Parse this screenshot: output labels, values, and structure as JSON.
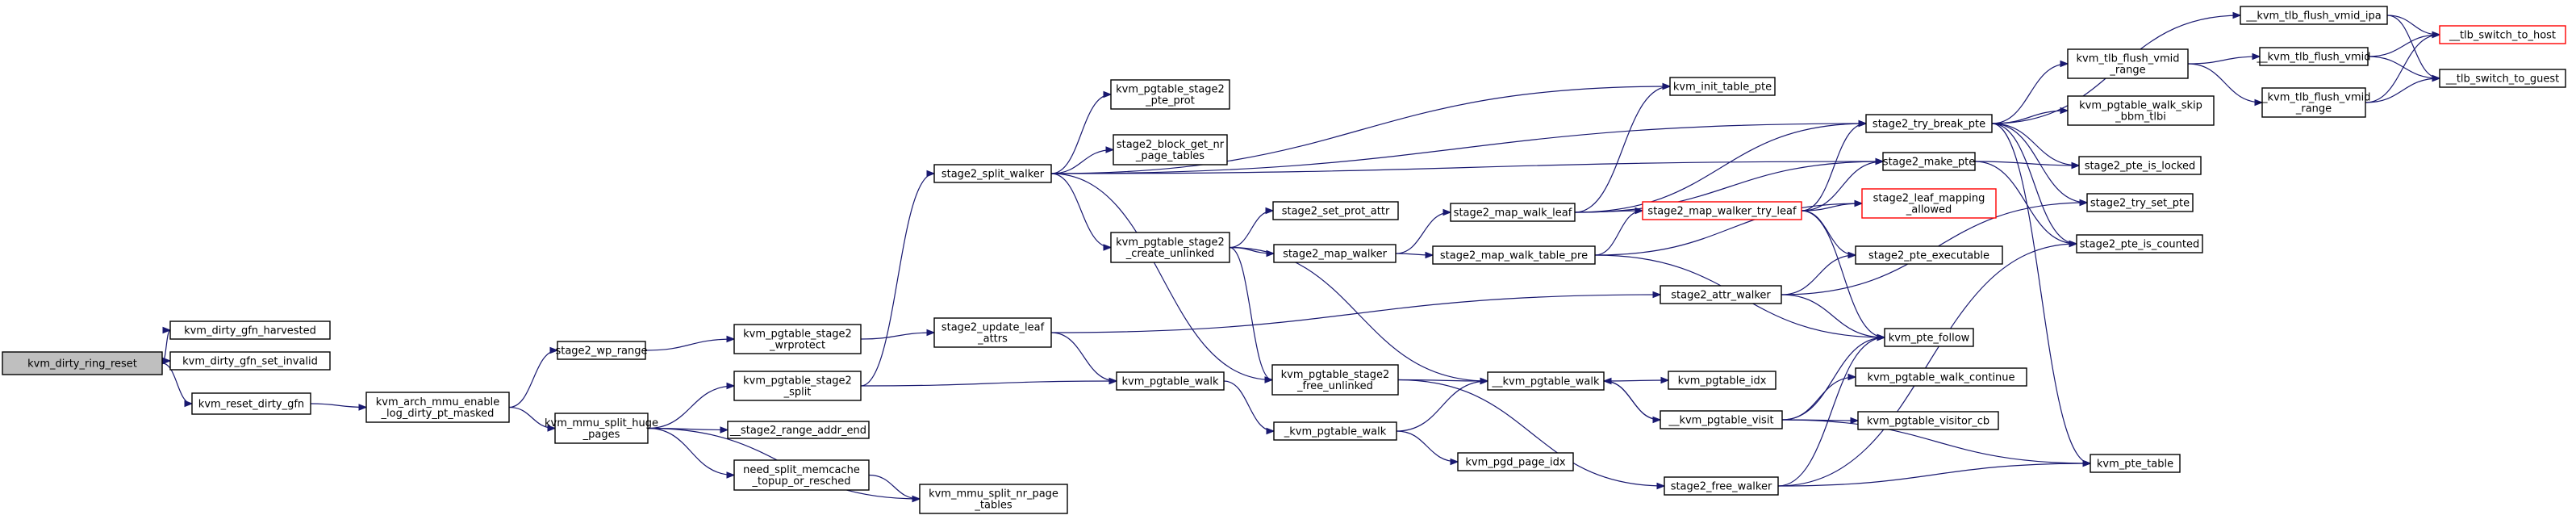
{
  "diagram": {
    "type": "call-graph",
    "colors": {
      "edge": "#191970",
      "root_fill": "#bfbfbf",
      "node_fill": "#ffffff",
      "truncated_border": "#ff0000"
    },
    "nodes": [
      {
        "id": "root",
        "lines": [
          "kvm_dirty_ring_reset"
        ],
        "style": "root"
      },
      {
        "id": "harvested",
        "lines": [
          "kvm_dirty_gfn_harvested"
        ]
      },
      {
        "id": "set_invalid",
        "lines": [
          "kvm_dirty_gfn_set_invalid"
        ]
      },
      {
        "id": "reset_dirty",
        "lines": [
          "kvm_reset_dirty_gfn"
        ]
      },
      {
        "id": "arch_enable",
        "lines": [
          "kvm_arch_mmu_enable",
          "_log_dirty_pt_masked"
        ]
      },
      {
        "id": "wp_range",
        "lines": [
          "stage2_wp_range"
        ]
      },
      {
        "id": "split_huge",
        "lines": [
          "kvm_mmu_split_huge",
          "_pages"
        ]
      },
      {
        "id": "wrprotect",
        "lines": [
          "kvm_pgtable_stage2",
          "_wrprotect"
        ]
      },
      {
        "id": "split",
        "lines": [
          "kvm_pgtable_stage2",
          "_split"
        ]
      },
      {
        "id": "range_addr_end",
        "lines": [
          "__stage2_range_addr_end"
        ]
      },
      {
        "id": "need_split",
        "lines": [
          "need_split_memcache",
          "_topup_or_resched"
        ]
      },
      {
        "id": "update_leaf",
        "lines": [
          "stage2_update_leaf",
          "_attrs"
        ]
      },
      {
        "id": "split_walker",
        "lines": [
          "stage2_split_walker"
        ]
      },
      {
        "id": "split_nr",
        "lines": [
          "kvm_mmu_split_nr_page",
          "_tables"
        ]
      },
      {
        "id": "pte_prot",
        "lines": [
          "kvm_pgtable_stage2",
          "_pte_prot"
        ]
      },
      {
        "id": "block_get_nr",
        "lines": [
          "stage2_block_get_nr",
          "_page_tables"
        ]
      },
      {
        "id": "create_unlinked",
        "lines": [
          "kvm_pgtable_stage2",
          "_create_unlinked"
        ]
      },
      {
        "id": "pgtable_walk",
        "lines": [
          "kvm_pgtable_walk"
        ]
      },
      {
        "id": "set_prot_attr",
        "lines": [
          "stage2_set_prot_attr"
        ]
      },
      {
        "id": "map_walker",
        "lines": [
          "stage2_map_walker"
        ]
      },
      {
        "id": "free_unlinked",
        "lines": [
          "kvm_pgtable_stage2",
          "_free_unlinked"
        ]
      },
      {
        "id": "kvm_pgtable_walk_",
        "lines": [
          "_kvm_pgtable_walk"
        ]
      },
      {
        "id": "init_table_pte",
        "lines": [
          "kvm_init_table_pte"
        ]
      },
      {
        "id": "map_walk_leaf",
        "lines": [
          "stage2_map_walk_leaf"
        ]
      },
      {
        "id": "map_walk_table_pre",
        "lines": [
          "stage2_map_walk_table_pre"
        ]
      },
      {
        "id": "attr_walker",
        "lines": [
          "stage2_attr_walker"
        ]
      },
      {
        "id": "kvm_pgtable_walk__",
        "lines": [
          "__kvm_pgtable_walk"
        ]
      },
      {
        "id": "pgd_page_idx",
        "lines": [
          "kvm_pgd_page_idx"
        ]
      },
      {
        "id": "free_walker",
        "lines": [
          "stage2_free_walker"
        ]
      },
      {
        "id": "map_walker_try_leaf",
        "lines": [
          "stage2_map_walker_try_leaf"
        ],
        "style": "red"
      },
      {
        "id": "pgtable_idx",
        "lines": [
          "kvm_pgtable_idx"
        ]
      },
      {
        "id": "pgtable_visit",
        "lines": [
          "__kvm_pgtable_visit"
        ]
      },
      {
        "id": "try_break_pte",
        "lines": [
          "stage2_try_break_pte"
        ]
      },
      {
        "id": "make_pte",
        "lines": [
          "stage2_make_pte"
        ]
      },
      {
        "id": "leaf_mapping",
        "lines": [
          "stage2_leaf_mapping",
          "_allowed"
        ],
        "style": "red"
      },
      {
        "id": "pte_executable",
        "lines": [
          "stage2_pte_executable"
        ]
      },
      {
        "id": "pte_follow",
        "lines": [
          "kvm_pte_follow"
        ]
      },
      {
        "id": "walk_continue",
        "lines": [
          "kvm_pgtable_walk_continue"
        ]
      },
      {
        "id": "visitor_cb",
        "lines": [
          "kvm_pgtable_visitor_cb"
        ]
      },
      {
        "id": "tlb_flush_ipa",
        "lines": [
          "__kvm_tlb_flush_vmid_ipa"
        ]
      },
      {
        "id": "tlb_flush_range",
        "lines": [
          "kvm_tlb_flush_vmid",
          "_range"
        ]
      },
      {
        "id": "walk_skip",
        "lines": [
          "kvm_pgtable_walk_skip",
          "_bbm_tlbi"
        ]
      },
      {
        "id": "pte_is_locked",
        "lines": [
          "stage2_pte_is_locked"
        ]
      },
      {
        "id": "try_set_pte",
        "lines": [
          "stage2_try_set_pte"
        ]
      },
      {
        "id": "pte_is_counted",
        "lines": [
          "stage2_pte_is_counted"
        ]
      },
      {
        "id": "pte_table",
        "lines": [
          "kvm_pte_table"
        ]
      },
      {
        "id": "tlb_flush_vmid",
        "lines": [
          "__kvm_tlb_flush_vmid"
        ]
      },
      {
        "id": "tlb_flush_vmid_range",
        "lines": [
          "__kvm_tlb_flush_vmid",
          "_range"
        ]
      },
      {
        "id": "switch_to_host",
        "lines": [
          "__tlb_switch_to_host"
        ],
        "style": "red"
      },
      {
        "id": "switch_to_guest",
        "lines": [
          "__tlb_switch_to_guest"
        ]
      }
    ]
  }
}
